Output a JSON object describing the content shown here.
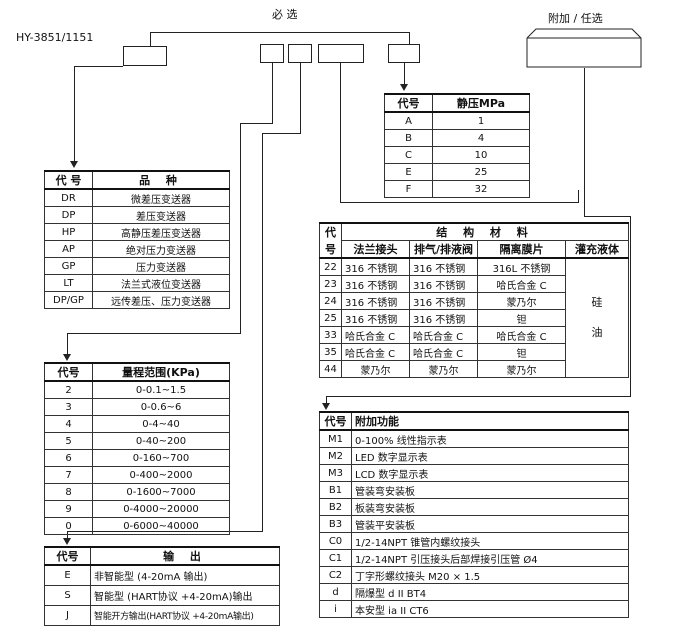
{
  "model": "HY-3851/1151",
  "required_label": "必 选",
  "optional_label": "附加 / 任选",
  "product_table": {
    "headers": [
      "代 号",
      "品    种"
    ],
    "rows": [
      [
        "DR",
        "微差压变送器"
      ],
      [
        "DP",
        "差压变送器"
      ],
      [
        "HP",
        "高静压差压变送器"
      ],
      [
        "AP",
        "绝对压力变送器"
      ],
      [
        "GP",
        "压力变送器"
      ],
      [
        "LT",
        "法兰式液位变送器"
      ],
      [
        "DP/GP",
        "远传差压、压力变送器"
      ]
    ]
  },
  "range_table": {
    "headers": [
      "代号",
      "量程范围(KPa)"
    ],
    "rows": [
      [
        "2",
        "0-0.1~1.5"
      ],
      [
        "3",
        "0-0.6~6"
      ],
      [
        "4",
        "0-4~40"
      ],
      [
        "5",
        "0-40~200"
      ],
      [
        "6",
        "0-160~700"
      ],
      [
        "7",
        "0-400~2000"
      ],
      [
        "8",
        "0-1600~7000"
      ],
      [
        "9",
        "0-4000~20000"
      ],
      [
        "0",
        "0-6000~40000"
      ]
    ]
  },
  "output_table": {
    "headers": [
      "代号",
      "输    出"
    ],
    "rows": [
      [
        "E",
        "非智能型 (4-20mA 输出)"
      ],
      [
        "S",
        "智能型 (HART协议 +4-20mA)输出"
      ],
      [
        "J",
        "智能开方输出(HART协议 +4-20mA输出)"
      ]
    ]
  },
  "pressure_table": {
    "headers": [
      "代号",
      "静压MPa"
    ],
    "rows": [
      [
        "A",
        "1"
      ],
      [
        "B",
        "4"
      ],
      [
        "C",
        "10"
      ],
      [
        "E",
        "25"
      ],
      [
        "F",
        "32"
      ]
    ]
  },
  "material_table": {
    "code_header_top": "代",
    "code_header_bottom": "号",
    "group_header": "结 构 材 料",
    "headers": [
      "法兰接头",
      "排气/排液阀",
      "隔离膜片",
      "灌充液体"
    ],
    "fill_liquid_1": "硅",
    "fill_liquid_2": "油",
    "rows": [
      [
        "22",
        "316 不锈钢",
        "316 不锈钢",
        "316L 不锈钢"
      ],
      [
        "23",
        "316 不锈钢",
        "316 不锈钢",
        "哈氏合金 C"
      ],
      [
        "24",
        "316 不锈钢",
        "316 不锈钢",
        "蒙乃尔"
      ],
      [
        "25",
        "316 不锈钢",
        "316 不锈钢",
        "钽"
      ],
      [
        "33",
        "哈氏合金 C",
        "哈氏合金 C",
        "哈氏合金 C"
      ],
      [
        "35",
        "哈氏合金 C",
        "哈氏合金 C",
        "钽"
      ],
      [
        "44",
        "蒙乃尔",
        "蒙乃尔",
        "蒙乃尔"
      ]
    ]
  },
  "option_table": {
    "headers": [
      "代号",
      "附加功能"
    ],
    "rows": [
      [
        "M1",
        "0-100% 线性指示表"
      ],
      [
        "M2",
        "LED 数字显示表"
      ],
      [
        "M3",
        "LCD 数字显示表"
      ],
      [
        "B1",
        "管装弯安装板"
      ],
      [
        "B2",
        "板装弯安装板"
      ],
      [
        "B3",
        "管装平安装板"
      ],
      [
        "C0",
        "1/2-14NPT 锥管内螺纹接头"
      ],
      [
        "C1",
        "1/2-14NPT 引压接头后部焊接引压管 Ø4"
      ],
      [
        "C2",
        "丁字形螺纹接头 M20 × 1.5"
      ],
      [
        "d",
        "隔爆型 d II BT4"
      ],
      [
        "i",
        "本安型 ia II CT6"
      ]
    ]
  }
}
